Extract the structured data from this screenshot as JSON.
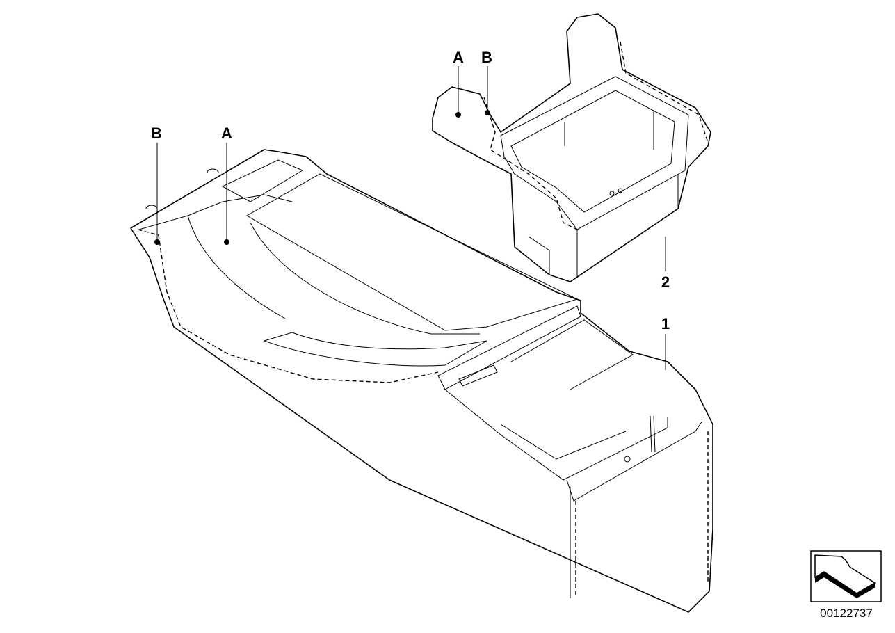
{
  "callouts": {
    "part_1": "1",
    "part_2": "2",
    "console_A": "A",
    "console_B": "B",
    "box_A": "A",
    "box_B": "B"
  },
  "diagram_number": "00122737",
  "icons": {
    "orientation": "arrow-icon"
  }
}
